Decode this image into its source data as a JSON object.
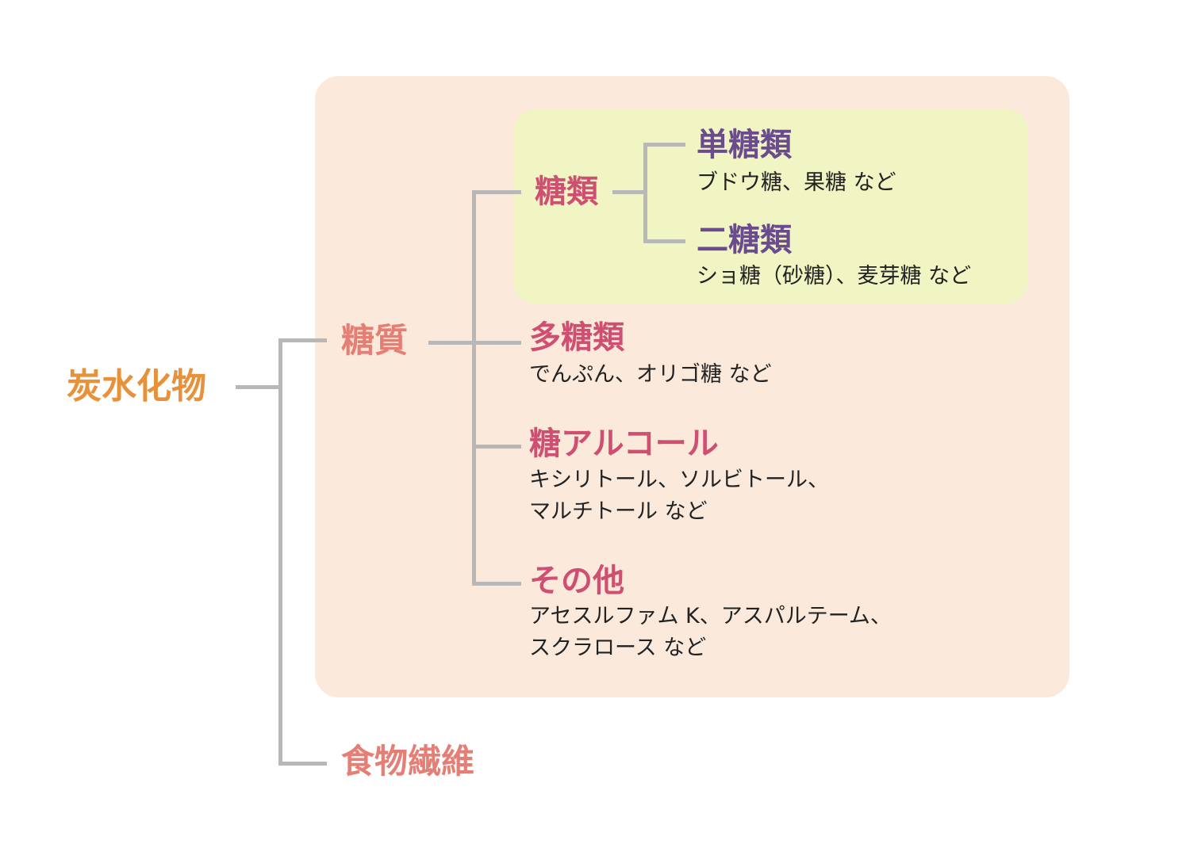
{
  "root": {
    "label": "炭水化物"
  },
  "branches": {
    "sugar_substance": {
      "label": "糖質"
    },
    "dietary_fiber": {
      "label": "食物繊維"
    }
  },
  "sugar_children": {
    "saccharides": {
      "label": "糖類"
    },
    "polysaccharides": {
      "label": "多糖類",
      "examples": "でんぷん、オリゴ糖 など"
    },
    "sugar_alcohol": {
      "label": "糖アルコール",
      "examples_line1": "キシリトール、ソルビトール、",
      "examples_line2": "マルチトール など"
    },
    "other": {
      "label": "その他",
      "examples_line1": "アセスルファム K、アスパルテーム、",
      "examples_line2": "スクラロース など"
    }
  },
  "saccharide_children": {
    "monosaccharides": {
      "label": "単糖類",
      "examples": "ブドウ糖、果糖 など"
    },
    "disaccharides": {
      "label": "二糖類",
      "examples": "ショ糖（砂糖）、麦芽糖 など"
    }
  },
  "colors": {
    "root": "#e8913b",
    "level1": "#e57e74",
    "level2": "#cf4f72",
    "level3": "#6a4c8e",
    "connector": "#b8b8b8",
    "outer_box": "#fbeadb",
    "inner_box": "#f1f4c3"
  }
}
